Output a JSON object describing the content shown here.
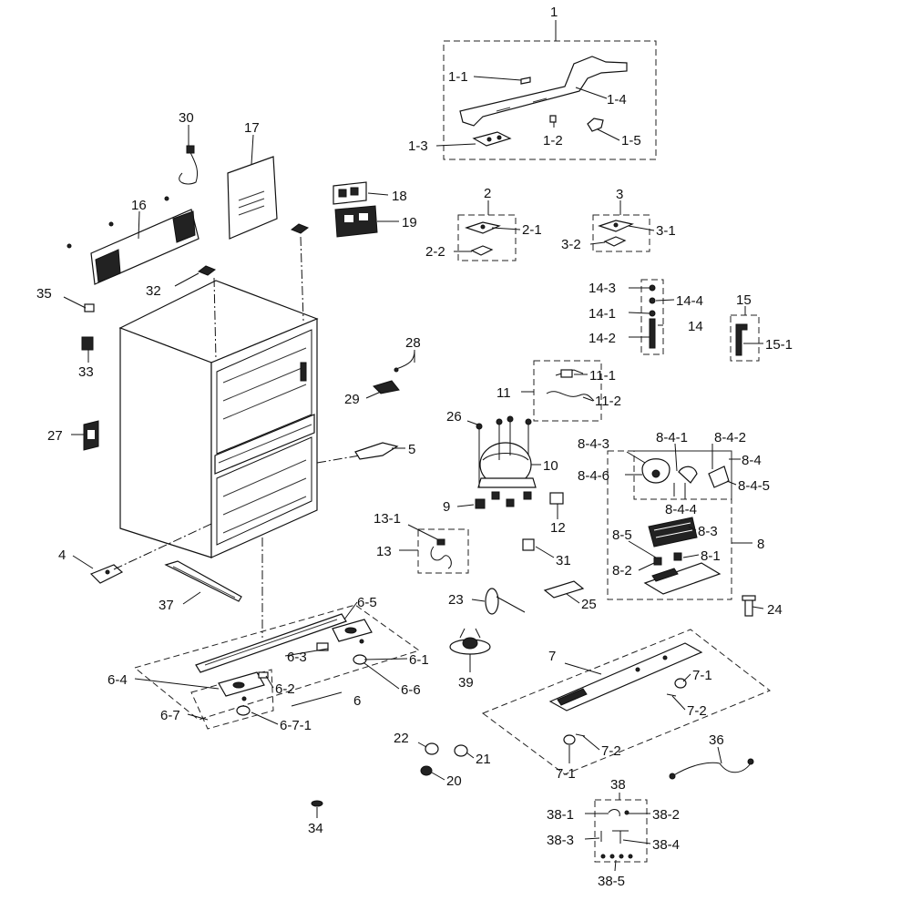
{
  "labels": [
    {
      "text": "1"
    },
    {
      "text": "1-1"
    },
    {
      "text": "1-4"
    },
    {
      "text": "1-2"
    },
    {
      "text": "1-5"
    },
    {
      "text": "1-3"
    },
    {
      "text": "2"
    },
    {
      "text": "2-1"
    },
    {
      "text": "2-2"
    },
    {
      "text": "3"
    },
    {
      "text": "3-1"
    },
    {
      "text": "3-2"
    },
    {
      "text": "30"
    },
    {
      "text": "17"
    },
    {
      "text": "18"
    },
    {
      "text": "19"
    },
    {
      "text": "16"
    },
    {
      "text": "35"
    },
    {
      "text": "32"
    },
    {
      "text": "33"
    },
    {
      "text": "27"
    },
    {
      "text": "14-3"
    },
    {
      "text": "14-4"
    },
    {
      "text": "14-1"
    },
    {
      "text": "14"
    },
    {
      "text": "14-2"
    },
    {
      "text": "15"
    },
    {
      "text": "15-1"
    },
    {
      "text": "28"
    },
    {
      "text": "29"
    },
    {
      "text": "11"
    },
    {
      "text": "11-1"
    },
    {
      "text": "11-2"
    },
    {
      "text": "26"
    },
    {
      "text": "10"
    },
    {
      "text": "9"
    },
    {
      "text": "12"
    },
    {
      "text": "5"
    },
    {
      "text": "8-4-1"
    },
    {
      "text": "8-4-2"
    },
    {
      "text": "8-4-3"
    },
    {
      "text": "8-4"
    },
    {
      "text": "8-4-6"
    },
    {
      "text": "8-4-5"
    },
    {
      "text": "8-4-4"
    },
    {
      "text": "8-3"
    },
    {
      "text": "8-5"
    },
    {
      "text": "8"
    },
    {
      "text": "8-1"
    },
    {
      "text": "8-2"
    },
    {
      "text": "13-1"
    },
    {
      "text": "13"
    },
    {
      "text": "31"
    },
    {
      "text": "4"
    },
    {
      "text": "37"
    },
    {
      "text": "23"
    },
    {
      "text": "25"
    },
    {
      "text": "24"
    },
    {
      "text": "6-5"
    },
    {
      "text": "6-3"
    },
    {
      "text": "6-1"
    },
    {
      "text": "6-4"
    },
    {
      "text": "6-2"
    },
    {
      "text": "6-6"
    },
    {
      "text": "6"
    },
    {
      "text": "6-7"
    },
    {
      "text": "6-7-1"
    },
    {
      "text": "39"
    },
    {
      "text": "7"
    },
    {
      "text": "7-1"
    },
    {
      "text": "7-2"
    },
    {
      "text": "7-2"
    },
    {
      "text": "7-1"
    },
    {
      "text": "22"
    },
    {
      "text": "21"
    },
    {
      "text": "20"
    },
    {
      "text": "36"
    },
    {
      "text": "34"
    },
    {
      "text": "38"
    },
    {
      "text": "38-1"
    },
    {
      "text": "38-2"
    },
    {
      "text": "38-3"
    },
    {
      "text": "38-4"
    },
    {
      "text": "38-5"
    }
  ]
}
